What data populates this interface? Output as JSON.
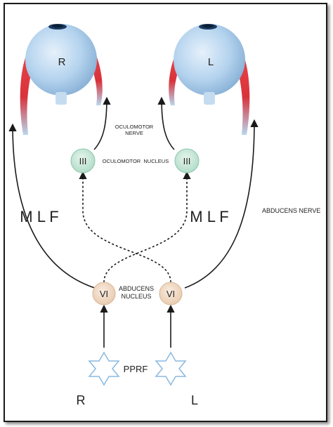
{
  "eyes": {
    "right": {
      "label": "R"
    },
    "left": {
      "label": "L"
    }
  },
  "nuclei": {
    "oculomotor_symbol": "III",
    "abducens_symbol": "VI"
  },
  "labels": {
    "oculomotor_nerve_line1": "OCULOMOTOR",
    "oculomotor_nerve_line2": "NERVE",
    "oculomotor_nucleus": "OCULOMOTOR  NUCLEUS",
    "mlf_left": "M L F",
    "mlf_right": "M L F",
    "abducens_nerve": "ABDUCENS NERVE",
    "abducens_nucleus_line1": "ABDUCENS",
    "abducens_nucleus_line2": "NUCLEUS",
    "pprf": "PPRF",
    "side_right": "R",
    "side_left": "L"
  },
  "colors": {
    "eye_fill": "#a9cbe8",
    "muscle": "#d9323a",
    "oculomotor_nucleus": "#c3e3d4",
    "abducens_nucleus": "#f0d9c4",
    "pprf_star": "#bcd9ef"
  }
}
